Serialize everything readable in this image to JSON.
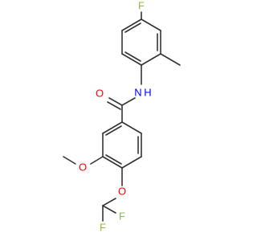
{
  "molecule": {
    "atoms": {
      "fluorine_top": "F",
      "nitrogen_hydrogen": "N H",
      "carbonyl_oxygen": "O",
      "methoxy_oxygen": "O",
      "ether_oxygen": "O",
      "fluorine_right": "F",
      "fluorine_bottom": "F"
    },
    "colors": {
      "bond": "#333333",
      "oxygen": "#ff0000",
      "nitrogen": "#0000ff",
      "fluorine": "#8fbf2f"
    }
  }
}
